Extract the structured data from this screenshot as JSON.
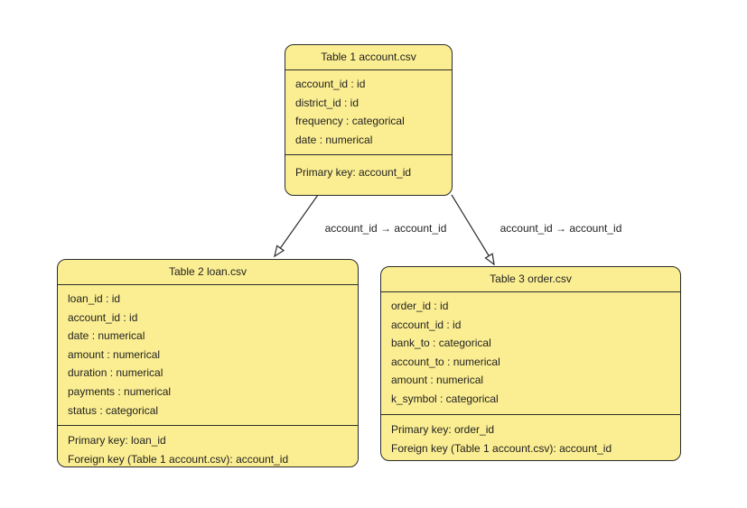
{
  "diagram": {
    "background_color": "#ffffff",
    "node_fill_color": "#FBEE92",
    "node_border_color": "#2b2b2b",
    "text_color": "#1f1f1f",
    "tables": [
      {
        "title": "Table 1 account.csv",
        "fields": [
          "account_id : id",
          "district_id : id",
          "frequency : categorical",
          "date : numerical"
        ],
        "keys": [
          "Primary key: account_id"
        ]
      },
      {
        "title": "Table 2 loan.csv",
        "fields": [
          "loan_id : id",
          "account_id : id",
          "date : numerical",
          "amount : numerical",
          "duration : numerical",
          "payments : numerical",
          "status : categorical"
        ],
        "keys": [
          "Primary key: loan_id",
          "Foreign key (Table 1 account.csv): account_id"
        ]
      },
      {
        "title": "Table 3 order.csv",
        "fields": [
          "order_id : id",
          "account_id : id",
          "bank_to : categorical",
          "account_to : numerical",
          "amount : numerical",
          "k_symbol : categorical"
        ],
        "keys": [
          "Primary key: order_id",
          "Foreign key (Table 1 account.csv): account_id"
        ]
      }
    ],
    "edges": [
      {
        "from": "Table 1 account.csv",
        "to": "Table 2 loan.csv",
        "label": "account_id → account_id"
      },
      {
        "from": "Table 1 account.csv",
        "to": "Table 3 order.csv",
        "label": "account_id → account_id"
      }
    ]
  }
}
